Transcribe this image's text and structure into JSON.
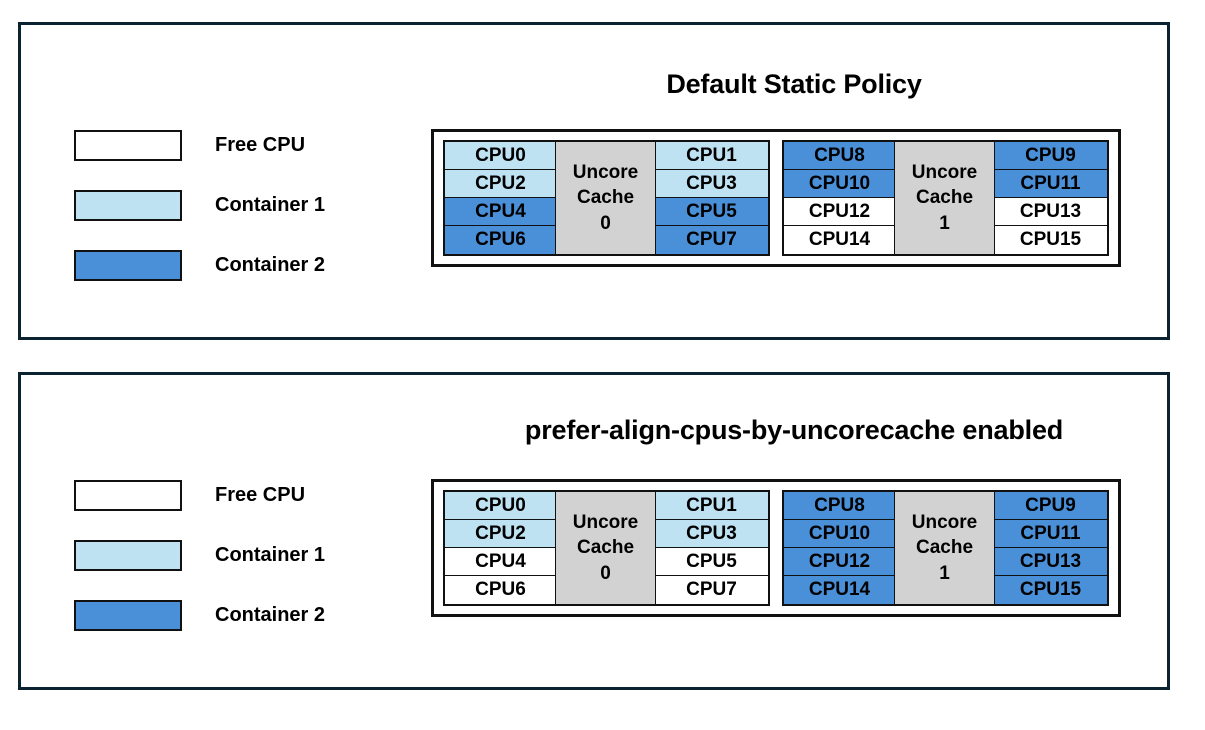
{
  "colors": {
    "free_cpu": "#ffffff",
    "container_1": "#bfe2f3",
    "container_2": "#4a90d9",
    "uncore_cache": "#d2d2d2",
    "panel_border": "#0b2230",
    "cell_border": "#111111"
  },
  "legend": {
    "items": [
      {
        "label": "Free CPU",
        "fill": "#ffffff"
      },
      {
        "label": "Container 1",
        "fill": "#bfe2f3"
      },
      {
        "label": "Container 2",
        "fill": "#4a90d9"
      }
    ]
  },
  "panels": [
    {
      "id": "default-static-policy",
      "title": "Default Static Policy",
      "groups": [
        {
          "cache_label_line1": "Uncore",
          "cache_label_line2": "Cache",
          "cache_label_line3": "0",
          "left_column": [
            {
              "label": "CPU0",
              "fill": "#bfe2f3",
              "state": "Container 1"
            },
            {
              "label": "CPU2",
              "fill": "#bfe2f3",
              "state": "Container 1"
            },
            {
              "label": "CPU4",
              "fill": "#4a90d9",
              "state": "Container 2"
            },
            {
              "label": "CPU6",
              "fill": "#4a90d9",
              "state": "Container 2"
            }
          ],
          "right_column": [
            {
              "label": "CPU1",
              "fill": "#bfe2f3",
              "state": "Container 1"
            },
            {
              "label": "CPU3",
              "fill": "#bfe2f3",
              "state": "Container 1"
            },
            {
              "label": "CPU5",
              "fill": "#4a90d9",
              "state": "Container 2"
            },
            {
              "label": "CPU7",
              "fill": "#4a90d9",
              "state": "Container 2"
            }
          ]
        },
        {
          "cache_label_line1": "Uncore",
          "cache_label_line2": "Cache",
          "cache_label_line3": "1",
          "left_column": [
            {
              "label": "CPU8",
              "fill": "#4a90d9",
              "state": "Container 2"
            },
            {
              "label": "CPU10",
              "fill": "#4a90d9",
              "state": "Container 2"
            },
            {
              "label": "CPU12",
              "fill": "#ffffff",
              "state": "Free CPU"
            },
            {
              "label": "CPU14",
              "fill": "#ffffff",
              "state": "Free CPU"
            }
          ],
          "right_column": [
            {
              "label": "CPU9",
              "fill": "#4a90d9",
              "state": "Container 2"
            },
            {
              "label": "CPU11",
              "fill": "#4a90d9",
              "state": "Container 2"
            },
            {
              "label": "CPU13",
              "fill": "#ffffff",
              "state": "Free CPU"
            },
            {
              "label": "CPU15",
              "fill": "#ffffff",
              "state": "Free CPU"
            }
          ]
        }
      ]
    },
    {
      "id": "prefer-align-cpus-by-uncorecache",
      "title": "prefer-align-cpus-by-uncorecache enabled",
      "groups": [
        {
          "cache_label_line1": "Uncore",
          "cache_label_line2": "Cache",
          "cache_label_line3": "0",
          "left_column": [
            {
              "label": "CPU0",
              "fill": "#bfe2f3",
              "state": "Container 1"
            },
            {
              "label": "CPU2",
              "fill": "#bfe2f3",
              "state": "Container 1"
            },
            {
              "label": "CPU4",
              "fill": "#ffffff",
              "state": "Free CPU"
            },
            {
              "label": "CPU6",
              "fill": "#ffffff",
              "state": "Free CPU"
            }
          ],
          "right_column": [
            {
              "label": "CPU1",
              "fill": "#bfe2f3",
              "state": "Container 1"
            },
            {
              "label": "CPU3",
              "fill": "#bfe2f3",
              "state": "Container 1"
            },
            {
              "label": "CPU5",
              "fill": "#ffffff",
              "state": "Free CPU"
            },
            {
              "label": "CPU7",
              "fill": "#ffffff",
              "state": "Free CPU"
            }
          ]
        },
        {
          "cache_label_line1": "Uncore",
          "cache_label_line2": "Cache",
          "cache_label_line3": "1",
          "left_column": [
            {
              "label": "CPU8",
              "fill": "#4a90d9",
              "state": "Container 2"
            },
            {
              "label": "CPU10",
              "fill": "#4a90d9",
              "state": "Container 2"
            },
            {
              "label": "CPU12",
              "fill": "#4a90d9",
              "state": "Container 2"
            },
            {
              "label": "CPU14",
              "fill": "#4a90d9",
              "state": "Container 2"
            }
          ],
          "right_column": [
            {
              "label": "CPU9",
              "fill": "#4a90d9",
              "state": "Container 2"
            },
            {
              "label": "CPU11",
              "fill": "#4a90d9",
              "state": "Container 2"
            },
            {
              "label": "CPU13",
              "fill": "#4a90d9",
              "state": "Container 2"
            },
            {
              "label": "CPU15",
              "fill": "#4a90d9",
              "state": "Container 2"
            }
          ]
        }
      ]
    }
  ]
}
